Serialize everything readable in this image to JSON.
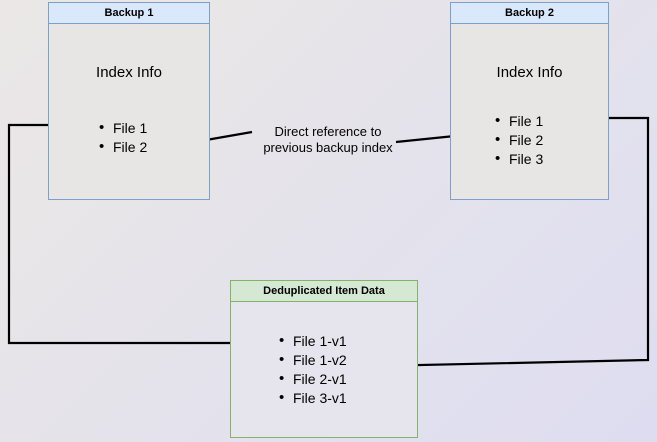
{
  "diagram": {
    "title_hidden": "",
    "nodes": {
      "backup1": {
        "header": "Backup 1",
        "section_title": "Index Info",
        "files": [
          "File 1",
          "File 2"
        ]
      },
      "backup2": {
        "header": "Backup 2",
        "section_title": "Index Info",
        "files": [
          "File 1",
          "File 2",
          "File 3"
        ]
      },
      "dedup": {
        "header": "Deduplicated Item Data",
        "files": [
          "File 1-v1",
          "File 1-v2",
          "File 2-v1",
          "File 3-v1"
        ]
      }
    },
    "edges": {
      "reference_label_line1": "Direct reference to",
      "reference_label_line2": "previous backup index"
    },
    "colors": {
      "blue_fill": "#dae8fc",
      "blue_stroke": "#7d9fcc",
      "green_fill": "#d5e8d4",
      "green_stroke": "#82b366",
      "body_fill": "#e8e5e5",
      "edge_stroke": "#000000"
    }
  }
}
